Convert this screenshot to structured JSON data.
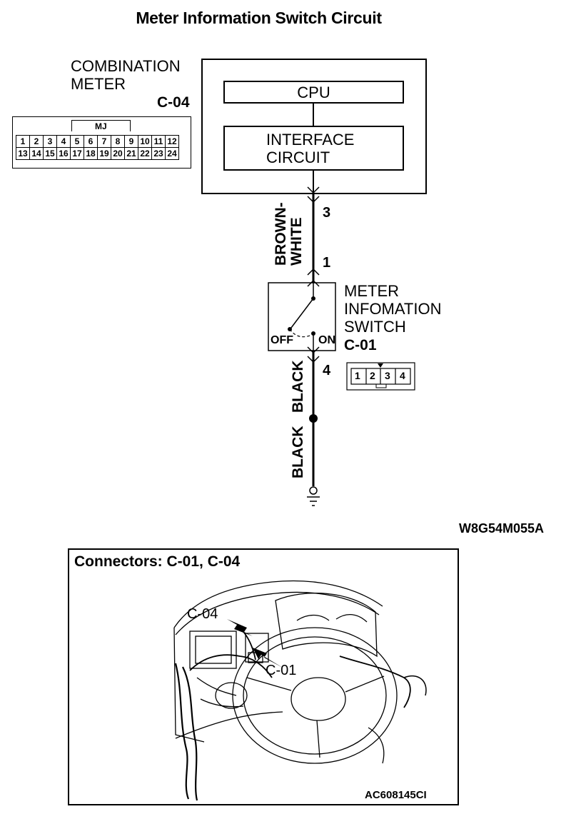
{
  "title": "Meter Information Switch Circuit",
  "combination_meter": {
    "label_line1": "COMBINATION",
    "label_line2": "METER",
    "connector_id": "C-04",
    "cpu_label": "CPU",
    "interface_line1": "INTERFACE",
    "interface_line2": "CIRCUIT",
    "connector_tag": "MJ",
    "pins_top": [
      "1",
      "2",
      "3",
      "4",
      "5",
      "6",
      "7",
      "8",
      "9",
      "10",
      "11",
      "12"
    ],
    "pins_bottom": [
      "13",
      "14",
      "15",
      "16",
      "17",
      "18",
      "19",
      "20",
      "21",
      "22",
      "23",
      "24"
    ]
  },
  "wires": {
    "pin_meter": "3",
    "pin_switch_in": "1",
    "wire1_line1": "BROWN-",
    "wire1_line2": "WHITE",
    "pin_switch_out": "4",
    "wire2": "BLACK",
    "wire3": "BLACK"
  },
  "switch": {
    "label_line1": "METER",
    "label_line2": "INFOMATION",
    "label_line3": "SWITCH",
    "connector_id": "C-01",
    "off_label": "OFF",
    "on_label": "ON",
    "pins": [
      "1",
      "2",
      "3",
      "4"
    ]
  },
  "diagram_code": "W8G54M055A",
  "photo": {
    "title": "Connectors: C-01, C-04",
    "callout_c04": "C-04",
    "callout_c01": "C-01",
    "figure_code": "AC608145CI"
  }
}
